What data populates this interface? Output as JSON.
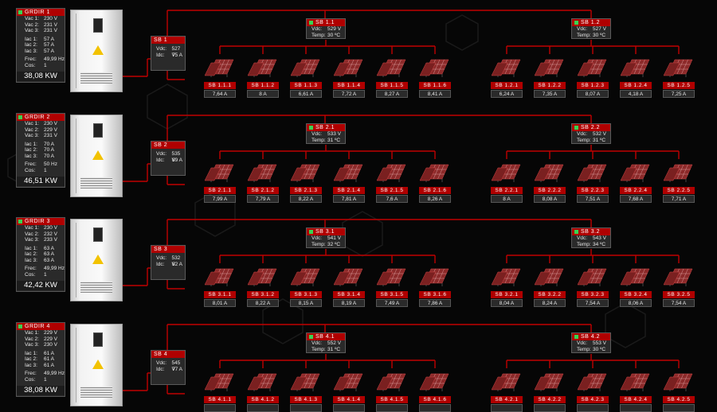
{
  "colors": {
    "background": "#060606",
    "wire": "#c00000",
    "title_bar": "#b00000",
    "panel_bg": "#2a2a2a",
    "status_ok": "#39d353"
  },
  "icons": {
    "inverter": "inverter-cabinet-icon",
    "solar": "solar-panel-icon",
    "status": "status-square-icon"
  },
  "groups": [
    {
      "inverter": {
        "title": "GRDIR 1",
        "vac": [
          "230 V",
          "231 V",
          "231 V"
        ],
        "iac": [
          "57 A",
          "57 A",
          "57 A"
        ],
        "frec": "49,99 Hz",
        "cos": "1",
        "power": "38,08 KW"
      },
      "sb": {
        "title": "SB 1",
        "vdc": "527 V",
        "idc": "75 A"
      },
      "subs": [
        {
          "title": "SB 1.1",
          "vdc": "529 V",
          "temp": "30 ºC",
          "strings": [
            [
              "SB 1.1.1",
              "7,64 A"
            ],
            [
              "SB 1.1.2",
              "8 A"
            ],
            [
              "SB 1.1.3",
              "6,61 A"
            ],
            [
              "SB 1.1.4",
              "7,72 A"
            ],
            [
              "SB 1.1.5",
              "8,27 A"
            ],
            [
              "SB 1.1.6",
              "8,41 A"
            ]
          ]
        },
        {
          "title": "SB 1.2",
          "vdc": "527 V",
          "temp": "30 ºC",
          "strings": [
            [
              "SB 1.2.1",
              "6,24 A"
            ],
            [
              "SB 1.2.2",
              "7,35 A"
            ],
            [
              "SB 1.2.3",
              "8,07 A"
            ],
            [
              "SB 1.2.4",
              "4,18 A"
            ],
            [
              "SB 1.2.5",
              "7,25 A"
            ]
          ]
        }
      ]
    },
    {
      "inverter": {
        "title": "GRDIR 2",
        "vac": [
          "230 V",
          "229 V",
          "231 V"
        ],
        "iac": [
          "70 A",
          "70 A",
          "70 A"
        ],
        "frec": "50 Hz",
        "cos": "1",
        "power": "46,51 KW"
      },
      "sb": {
        "title": "SB 2",
        "vdc": "535 V",
        "idc": "89 A"
      },
      "subs": [
        {
          "title": "SB 2.1",
          "vdc": "533 V",
          "temp": "31 ºC",
          "strings": [
            [
              "SB 2.1.1",
              "7,99 A"
            ],
            [
              "SB 2.1.2",
              "7,79 A"
            ],
            [
              "SB 2.1.3",
              "8,22 A"
            ],
            [
              "SB 2.1.4",
              "7,81 A"
            ],
            [
              "SB 2.1.5",
              "7,6 A"
            ],
            [
              "SB 2.1.6",
              "8,26 A"
            ]
          ]
        },
        {
          "title": "SB 2.2",
          "vdc": "532 V",
          "temp": "31 ºC",
          "strings": [
            [
              "SB 2.2.1",
              "8 A"
            ],
            [
              "SB 2.2.2",
              "8,08 A"
            ],
            [
              "SB 2.2.3",
              "7,51 A"
            ],
            [
              "SB 2.2.4",
              "7,68 A"
            ],
            [
              "SB 2.2.5",
              "7,71 A"
            ]
          ]
        }
      ]
    },
    {
      "inverter": {
        "title": "GRDIR 3",
        "vac": [
          "230 V",
          "232 V",
          "233 V"
        ],
        "iac": [
          "63 A",
          "63 A",
          "63 A"
        ],
        "frec": "49,99 Hz",
        "cos": "1",
        "power": "42,42 KW"
      },
      "sb": {
        "title": "SB 3",
        "vdc": "532 V",
        "idc": "82 A"
      },
      "subs": [
        {
          "title": "SB 3.1",
          "vdc": "541 V",
          "temp": "32 ºC",
          "strings": [
            [
              "SB 3.1.1",
              "8,01 A"
            ],
            [
              "SB 3.1.2",
              "8,22 A"
            ],
            [
              "SB 3.1.3",
              "8,15 A"
            ],
            [
              "SB 3.1.4",
              "8,19 A"
            ],
            [
              "SB 3.1.5",
              "7,49 A"
            ],
            [
              "SB 3.1.6",
              "7,86 A"
            ]
          ]
        },
        {
          "title": "SB 3.2",
          "vdc": "543 V",
          "temp": "34 ºC",
          "strings": [
            [
              "SB 3.2.1",
              "8,04 A"
            ],
            [
              "SB 3.2.2",
              "8,24 A"
            ],
            [
              "SB 3.2.3",
              "7,54 A"
            ],
            [
              "SB 3.2.4",
              "8,06 A"
            ],
            [
              "SB 3.2.5",
              "7,54 A"
            ]
          ]
        }
      ]
    },
    {
      "inverter": {
        "title": "GRDIR 4",
        "vac": [
          "229 V",
          "229 V",
          "230 V"
        ],
        "iac": [
          "61 A",
          "61 A",
          "61 A"
        ],
        "frec": "49,99 Hz",
        "cos": "1",
        "power": "38,08 KW"
      },
      "sb": {
        "title": "SB 4",
        "vdc": "545 V",
        "idc": "77 A"
      },
      "subs": [
        {
          "title": "SB 4.1",
          "vdc": "552 V",
          "temp": "31 ºC",
          "strings": [
            [
              "SB 4.1.1",
              ""
            ],
            [
              "SB 4.1.2",
              ""
            ],
            [
              "SB 4.1.3",
              ""
            ],
            [
              "SB 4.1.4",
              ""
            ],
            [
              "SB 4.1.5",
              ""
            ],
            [
              "SB 4.1.6",
              ""
            ]
          ]
        },
        {
          "title": "SB 4.2",
          "vdc": "553 V",
          "temp": "30 ºC",
          "strings": [
            [
              "SB 4.2.1",
              ""
            ],
            [
              "SB 4.2.2",
              ""
            ],
            [
              "SB 4.2.3",
              ""
            ],
            [
              "SB 4.2.4",
              ""
            ],
            [
              "SB 4.2.5",
              ""
            ]
          ]
        }
      ]
    }
  ],
  "labels": {
    "vac1": "Vac 1:",
    "vac2": "Vac 2:",
    "vac3": "Vac 3:",
    "iac1": "Iac 1:",
    "iac2": "Iac 2:",
    "iac3": "Iac 3:",
    "frec": "Frec:",
    "cos": "Cos:",
    "vdc": "Vdc:",
    "idc": "Idc:",
    "temp": "Temp:"
  }
}
